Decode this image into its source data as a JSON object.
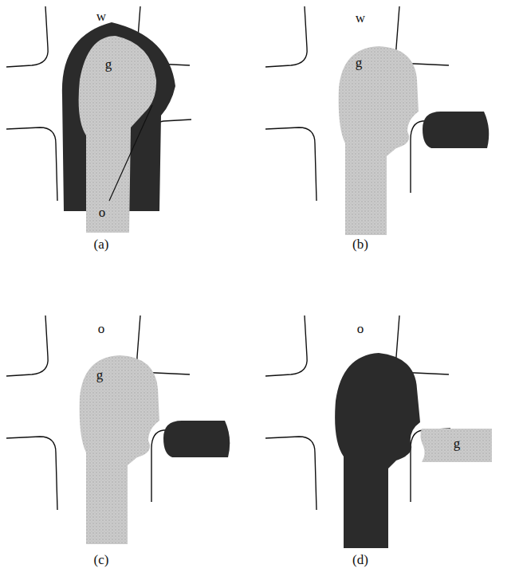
{
  "diagram": {
    "labels": [
      "w",
      "g",
      "o",
      "(a)",
      "w",
      "g",
      "(b)",
      "o",
      "g",
      "(c)",
      "o",
      "g",
      "(d)"
    ]
  }
}
